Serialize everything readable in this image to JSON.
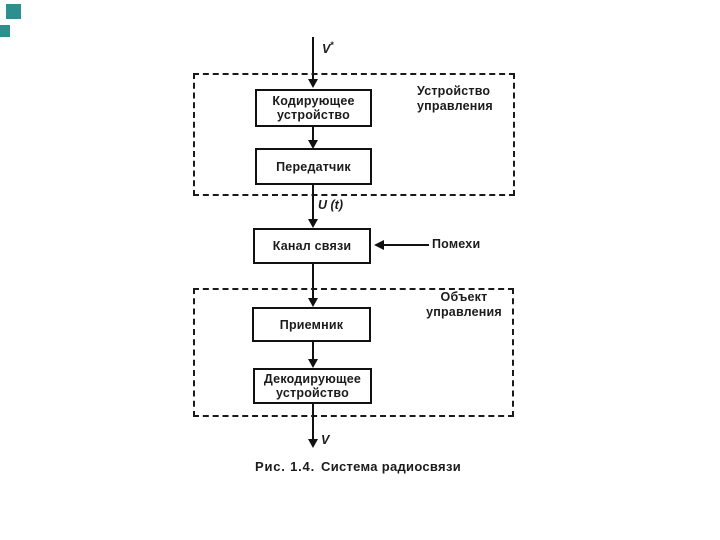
{
  "decor": {
    "squares": [
      {
        "id": "large",
        "color": "#2E8F8F"
      },
      {
        "id": "small",
        "color": "#2E8F8F"
      }
    ]
  },
  "diagram": {
    "input_symbol": "V",
    "input_superscript": "*",
    "control_group": {
      "label": "Устройство управления",
      "boxes": [
        {
          "label": "Кодирующее устройство"
        },
        {
          "label": "Передатчик"
        }
      ]
    },
    "signal_label": "U (t)",
    "channel_box_label": "Канал связи",
    "noise_label": "Помехи",
    "object_group": {
      "label": "Объект управления",
      "boxes": [
        {
          "label": "Приемник"
        },
        {
          "label": "Декодирующее устройство"
        }
      ]
    },
    "output_symbol": "V"
  },
  "caption": {
    "figure_label": "Рис. 1.4.",
    "title": "Система радиосвязи"
  },
  "colors": {
    "line": "#111111",
    "text": "#1b1b1b",
    "decor_teal": "#2E8F8F"
  }
}
